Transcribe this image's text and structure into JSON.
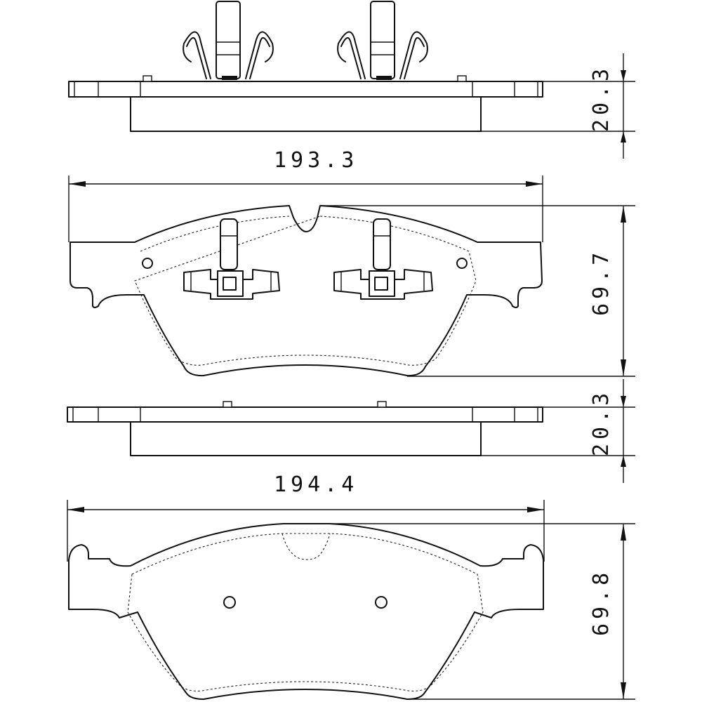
{
  "dimensions": {
    "top_pad_length": "193.3",
    "top_pad_thickness": "20.3",
    "top_pad_height": "69.7",
    "bottom_pad_length": "194.4",
    "bottom_pad_thickness": "20.3",
    "bottom_pad_height": "69.8"
  }
}
